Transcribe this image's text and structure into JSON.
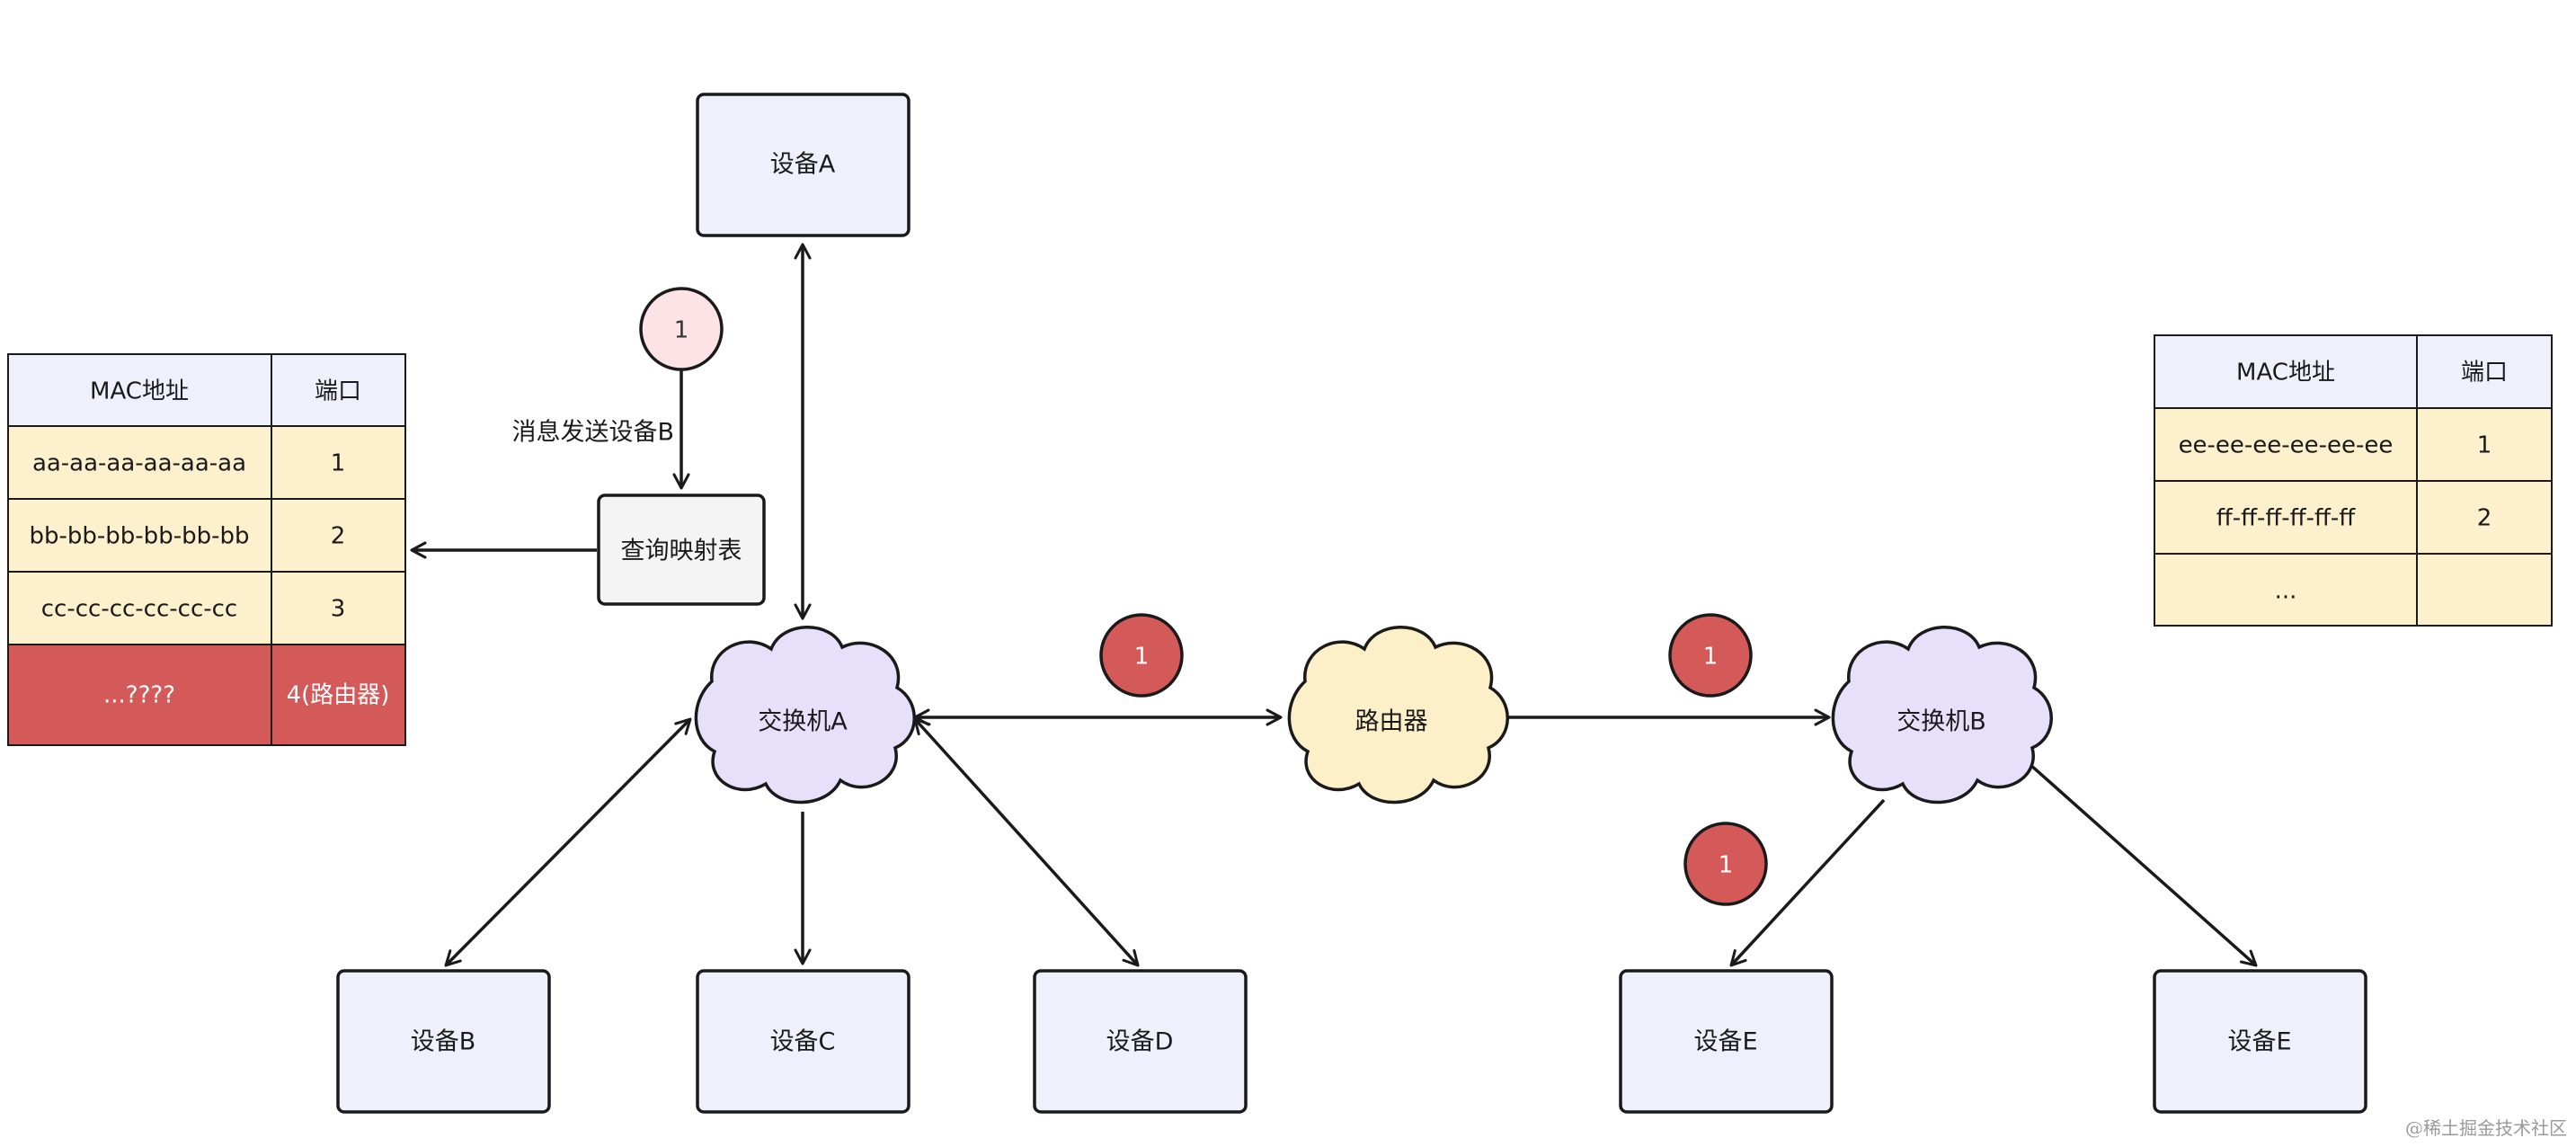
{
  "nodes": {
    "device_a": "设备A",
    "device_b": "设备B",
    "device_c": "设备C",
    "device_d": "设备D",
    "device_e1": "设备E",
    "device_e2": "设备E",
    "switch_a": "交换机A",
    "switch_b": "交换机B",
    "router": "路由器",
    "lookup": "查询映射表"
  },
  "edge_label": "消息发送设备B",
  "badges": {
    "step_top": "1",
    "step_a_router": "1",
    "step_router_b": "1",
    "step_b_e": "1"
  },
  "table_left": {
    "headers": [
      "MAC地址",
      "端口"
    ],
    "rows": [
      [
        "aa-aa-aa-aa-aa-aa",
        "1"
      ],
      [
        "bb-bb-bb-bb-bb-bb",
        "2"
      ],
      [
        "cc-cc-cc-cc-cc-cc",
        "3"
      ],
      [
        "...????",
        "4(路由器)"
      ]
    ]
  },
  "table_right": {
    "headers": [
      "MAC地址",
      "端口"
    ],
    "rows": [
      [
        "ee-ee-ee-ee-ee-ee",
        "1"
      ],
      [
        "ff-ff-ff-ff-ff-ff",
        "2"
      ],
      [
        "...",
        ""
      ]
    ]
  },
  "watermark": "@稀土掘金技术社区",
  "colors": {
    "device_fill": "#eef1fb",
    "switch_fill": "#e6e0fa",
    "router_fill": "#fdf0c8",
    "lookup_fill": "#f4f4f4",
    "table_header_fill": "#eef1fb",
    "table_row_fill": "#fdf0cc",
    "table_alert_fill": "#d45a5a",
    "badge_red": "#d45a5a",
    "badge_pink": "#fde3e6"
  }
}
